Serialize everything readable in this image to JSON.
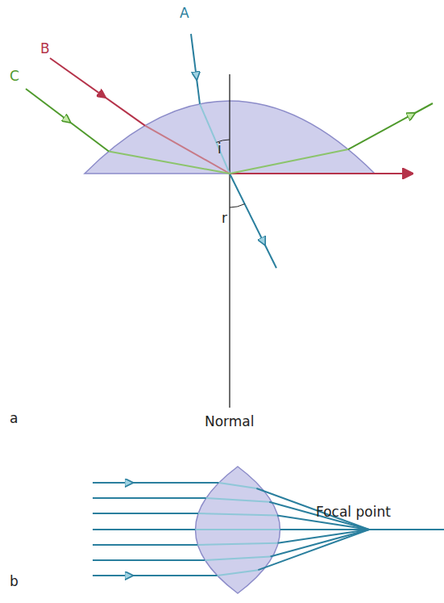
{
  "diagram": {
    "labels": [
      "A",
      "B",
      "C",
      "i",
      "r",
      "Normal",
      "a",
      "Focal point",
      "b"
    ]
  }
}
